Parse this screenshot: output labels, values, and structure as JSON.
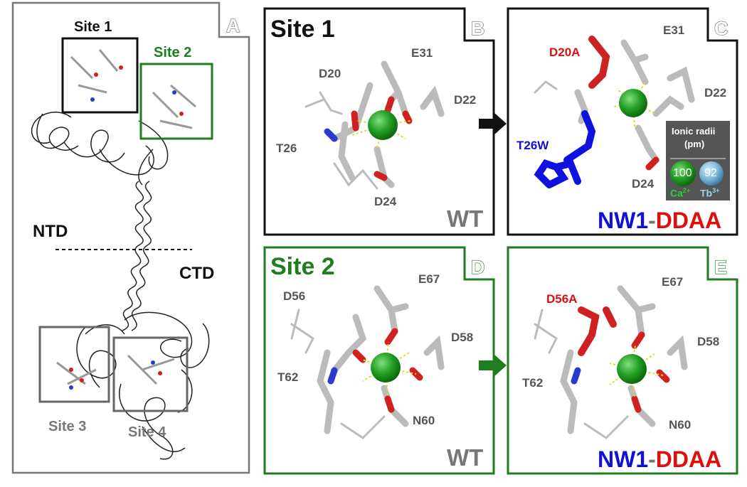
{
  "colors": {
    "black": "#111111",
    "green": "#1e7d1e",
    "gray": "#6f6f6f",
    "blue": "#1010d8",
    "red": "#dd1010",
    "ion": "#2a9a2a"
  },
  "panel_a": {
    "letter": "A",
    "site1": "Site 1",
    "site2": "Site 2",
    "site3": "Site 3",
    "site4": "Site 4",
    "ntd": "NTD",
    "ctd": "CTD"
  },
  "panel_b": {
    "letter": "B",
    "title": "Site 1",
    "residues": [
      "E31",
      "D20",
      "D22",
      "T26",
      "D24"
    ],
    "state": "WT"
  },
  "panel_c": {
    "letter": "C",
    "residues": [
      "E31",
      "D22",
      "D24"
    ],
    "mutation_red": "D20A",
    "mutation_blue": "T26W",
    "state_blue": "NW1",
    "state_dash": "-",
    "state_red": "DDAA",
    "inset": {
      "title": "Ionic radii",
      "unit": "(pm)",
      "ca_value": "100",
      "tb_value": "92",
      "ca_label": "Ca",
      "ca_charge": "2+",
      "tb_label": "Tb",
      "tb_charge": "3+"
    }
  },
  "panel_d": {
    "letter": "D",
    "title": "Site 2",
    "residues": [
      "E67",
      "D56",
      "D58",
      "T62",
      "N60"
    ],
    "state": "WT"
  },
  "panel_e": {
    "letter": "E",
    "residues": [
      "E67",
      "D58",
      "T62",
      "N60"
    ],
    "mutation_red": "D56A",
    "state_blue": "NW1",
    "state_dash": "-",
    "state_red": "DDAA"
  }
}
